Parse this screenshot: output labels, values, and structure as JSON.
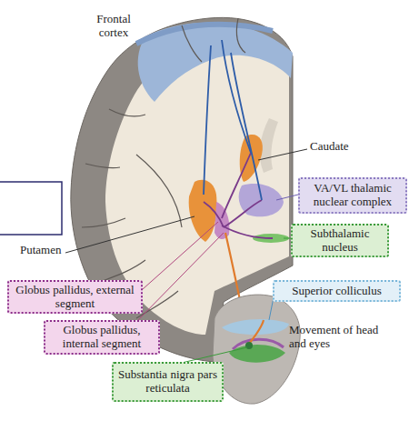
{
  "diagram": {
    "nodes": [
      {
        "text": [
          "VA/VL thalamic nuclear complex"
        ]
      },
      {
        "text": [
          "Subthalamic nucleus"
        ]
      },
      {
        "text": [
          "Globus pallidus, external segment"
        ]
      },
      {
        "text": [
          "Superior colliculus"
        ]
      },
      {
        "text": [
          "Globus pallidus, internal segment"
        ]
      },
      {
        "text": [
          "Substantia nigra pars reticulata"
        ]
      }
    ],
    "labels": [
      "Frontal cortex",
      "Caudate",
      "Putamen",
      "Movement of head and eyes"
    ]
  }
}
